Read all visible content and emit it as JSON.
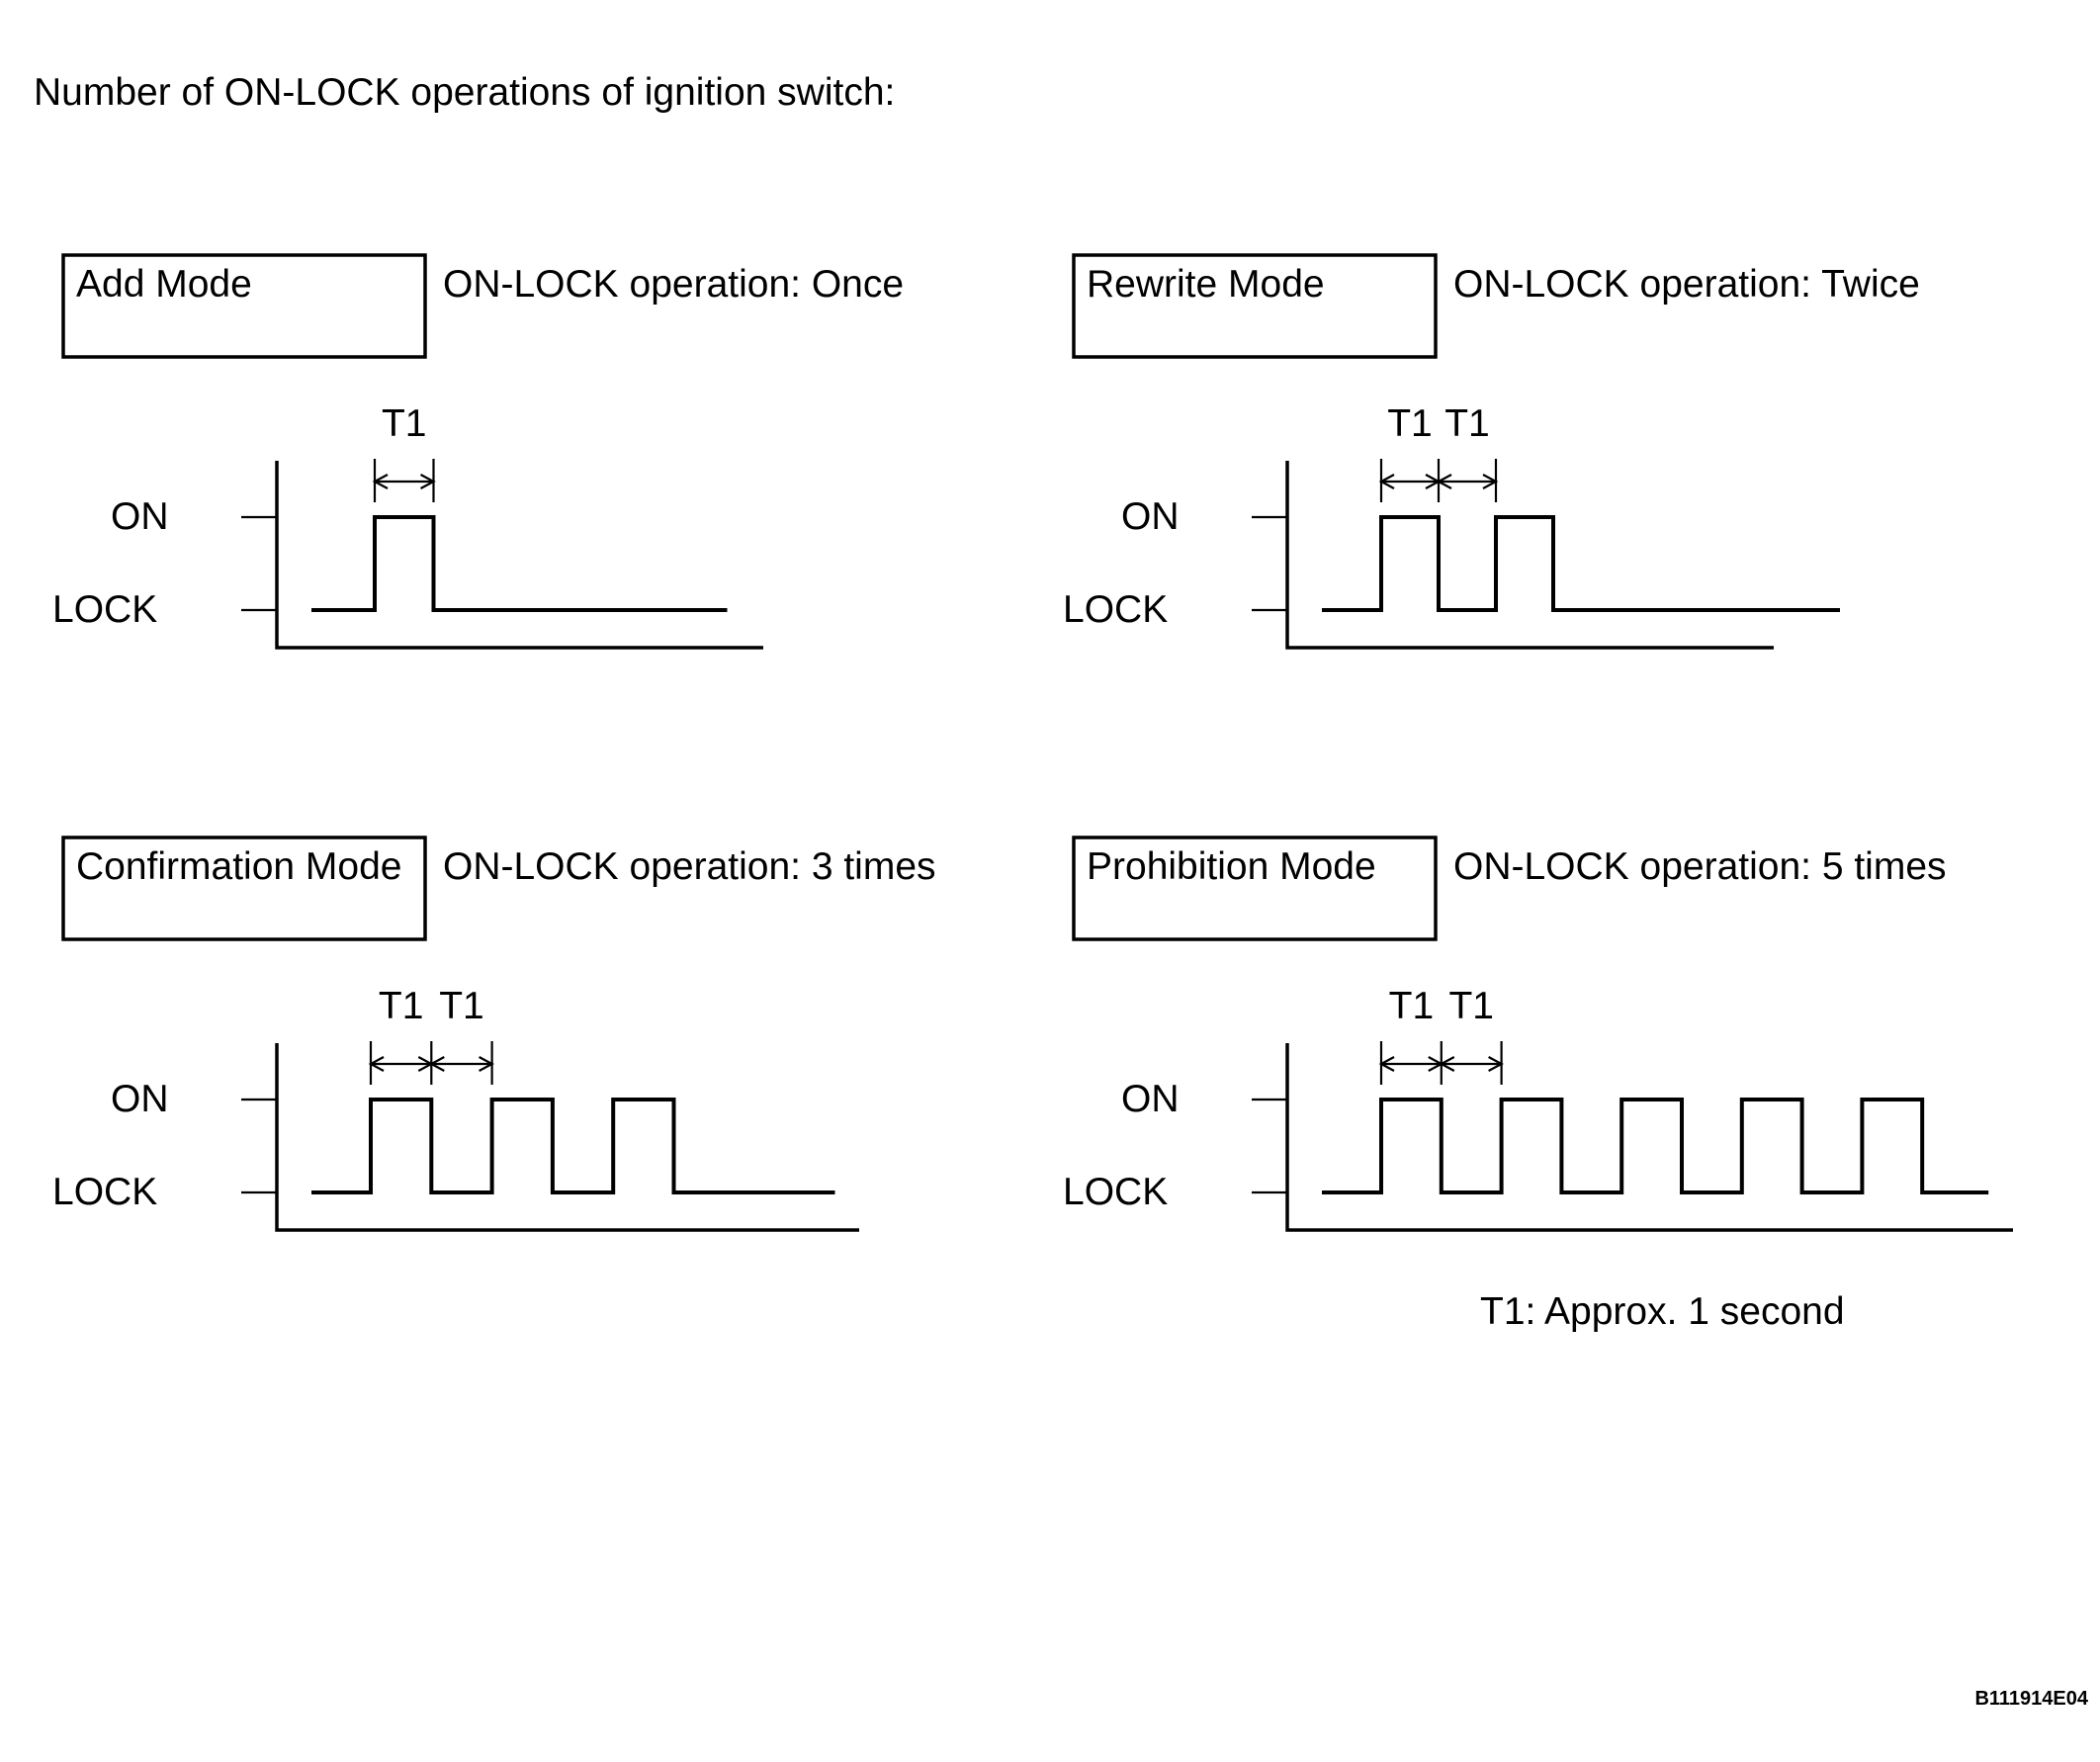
{
  "title": "Number of ON-LOCK operations of ignition switch:",
  "panels": [
    {
      "mode": "Add Mode",
      "operation": "ON-LOCK operation: Once",
      "pulses": 1
    },
    {
      "mode": "Rewrite Mode",
      "operation": "ON-LOCK operation: Twice",
      "pulses": 2
    },
    {
      "mode": "Confirmation Mode",
      "operation": "ON-LOCK operation: 3 times",
      "pulses": 3
    },
    {
      "mode": "Prohibition Mode",
      "operation": "ON-LOCK operation: 5 times",
      "pulses": 5
    }
  ],
  "levels": {
    "high": "ON",
    "low": "LOCK"
  },
  "interval_label": "T1",
  "note": "T1: Approx. 1 second",
  "figure_code": "B111914E04"
}
